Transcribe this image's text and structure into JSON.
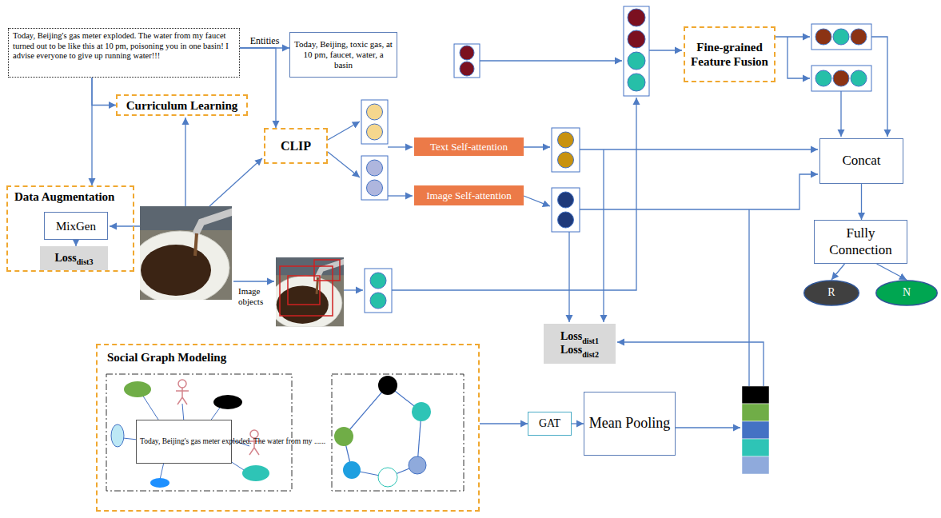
{
  "diagram": {
    "nodes": [
      {
        "text": [
          "Today, Beijing's gas meter exploded. The water from my faucet turned out to be like this at 10 pm, poisoning you in one basin! I advise everyone to give up running water!!!"
        ]
      },
      {
        "text": [
          "Today, Beijing, toxic gas, at 10 pm, faucet, water, a basin"
        ]
      },
      {
        "text": [
          "Fine-grained Feature Fusion"
        ]
      },
      {
        "text": [
          "Curriculum Learning"
        ]
      },
      {
        "text": [
          "Data Augmentation"
        ]
      },
      {
        "text": [
          "MixGen"
        ],
        "in": 4
      },
      {
        "text": [
          "Loss",
          "dist3"
        ],
        "in": 4
      },
      {
        "text": [
          "CLIP"
        ]
      },
      {
        "text": [
          "Text Self-attention"
        ]
      },
      {
        "text": [
          "Image Self-attention"
        ]
      },
      {
        "text": [
          "Concat"
        ]
      },
      {
        "text": [
          "Fully Connection"
        ]
      },
      {
        "text": [
          "R"
        ]
      },
      {
        "text": [
          "N"
        ]
      },
      {
        "text": [
          "Loss",
          "dist1",
          "Loss",
          "dist2"
        ]
      },
      {
        "text": [
          "Social Graph Modeling"
        ]
      },
      {
        "text": [
          "Today, Beijing's gas meter exploded. The water from my ......"
        ],
        "in": 15
      },
      {
        "text": [
          "GAT"
        ]
      },
      {
        "text": [
          "Mean Pooling"
        ]
      }
    ],
    "edges": [
      {
        "from": 0,
        "to": 1,
        "arrow": "to",
        "label": "Entities"
      },
      {
        "from": 0,
        "to": 7,
        "arrow": "to"
      },
      {
        "from": 0,
        "to": 3,
        "arrow": "to"
      },
      {
        "from": 0,
        "to": 4,
        "arrow": "to"
      },
      {
        "from": 5,
        "to": 6,
        "arrow": "to"
      },
      {
        "from": 10,
        "to": 11,
        "arrow": "to"
      },
      {
        "from": 11,
        "to": 12,
        "arrow": "to"
      },
      {
        "from": 11,
        "to": 13,
        "arrow": "to"
      },
      {
        "from": 15,
        "to": 17,
        "arrow": "to"
      },
      {
        "from": 17,
        "to": 18,
        "arrow": "to"
      }
    ],
    "labels": [
      "Image objects"
    ]
  }
}
